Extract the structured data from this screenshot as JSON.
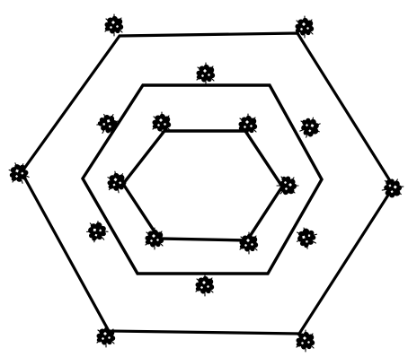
{
  "figure": {
    "description_free": true,
    "colors": {
      "background": "#ffffff",
      "ink": "#000000"
    },
    "shapes": {
      "hexagons": [
        {
          "id": "outer",
          "marker_count": 6
        },
        {
          "id": "middle",
          "marker_count": 6
        },
        {
          "id": "inner",
          "marker_count": 6
        }
      ],
      "marker_icon": "flower-cluster-icon"
    }
  }
}
